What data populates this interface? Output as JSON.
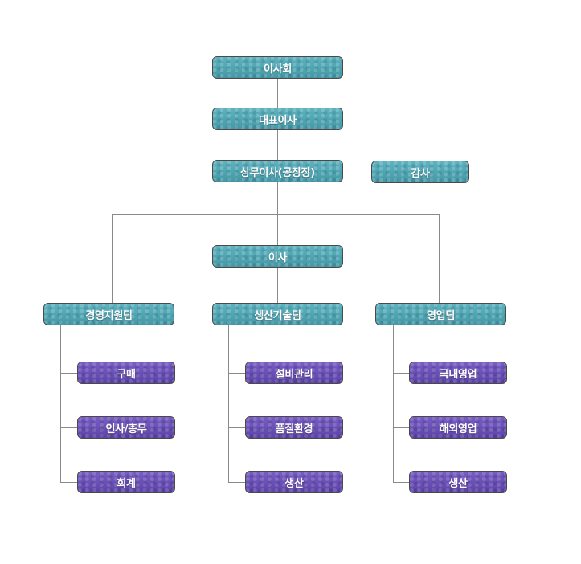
{
  "org_chart": {
    "board": "이사회",
    "ceo": "대표이사",
    "managing_director": "상무이사(공장장)",
    "auditor": "감사",
    "director": "이사",
    "teams": [
      {
        "name": "경영지원팀",
        "units": [
          "구매",
          "인사/총무",
          "회계"
        ]
      },
      {
        "name": "생산기술팀",
        "units": [
          "설비관리",
          "품질환경",
          "생산"
        ]
      },
      {
        "name": "영업팀",
        "units": [
          "국내영업",
          "해외영업",
          "생산"
        ]
      }
    ]
  },
  "colors": {
    "top_node_fill": "#4fa6b4",
    "unit_node_fill": "#6a4fb8",
    "connector": "#8a8a8a",
    "node_border": "#4a4a4a"
  }
}
